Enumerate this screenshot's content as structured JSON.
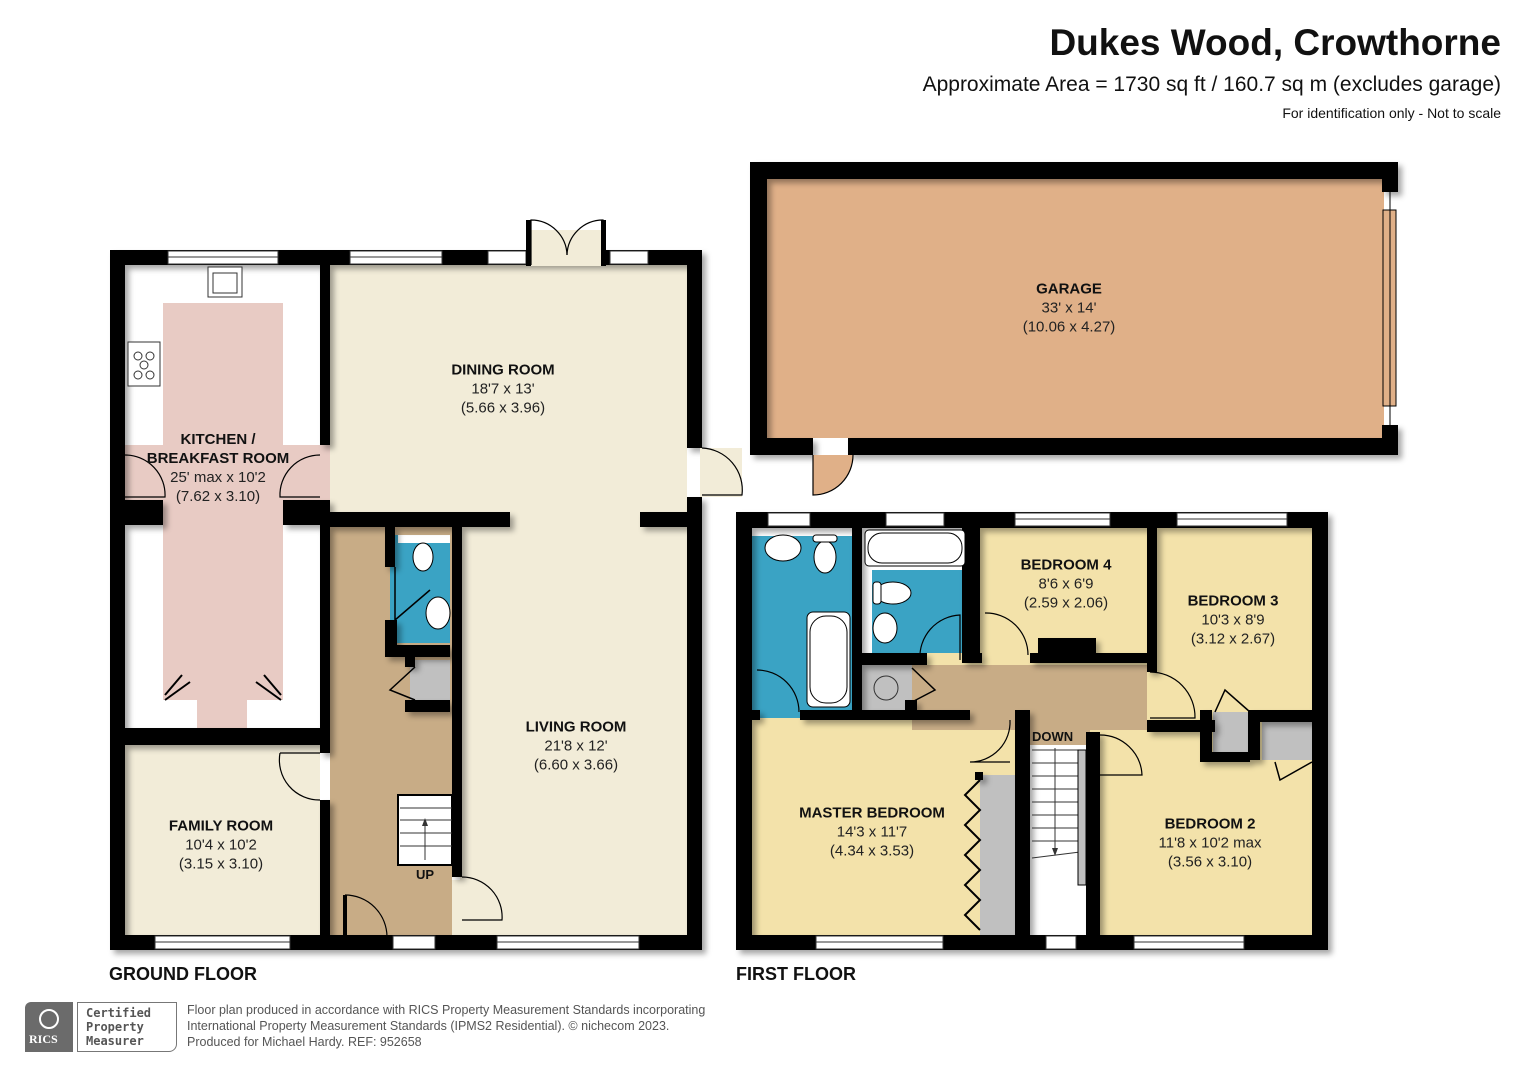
{
  "header": {
    "title": "Dukes Wood, Crowthorne",
    "area": "Approximate Area = 1730 sq ft / 160.7 sq m (excludes garage)",
    "note": "For identification only - Not to scale"
  },
  "colors": {
    "wall": "#000000",
    "kitchen": "#e8cbc4",
    "living": "#f2ecd8",
    "hall": "#c8ac86",
    "bathroom": "#3aa3c4",
    "bedroom": "#f3e2aa",
    "garage": "#e0b088",
    "storage": "#c0c0c0",
    "fixture": "#ffffff"
  },
  "ground_floor": {
    "label": "GROUND FLOOR",
    "stairs_label": "UP",
    "rooms": [
      {
        "name": "KITCHEN /",
        "name2": "BREAKFAST ROOM",
        "dims_imperial": "25' max x 10'2",
        "dims_metric": "(7.62 x 3.10)"
      },
      {
        "name": "DINING ROOM",
        "dims_imperial": "18'7 x 13'",
        "dims_metric": "(5.66 x 3.96)"
      },
      {
        "name": "LIVING ROOM",
        "dims_imperial": "21'8 x 12'",
        "dims_metric": "(6.60 x 3.66)"
      },
      {
        "name": "FAMILY ROOM",
        "dims_imperial": "10'4 x 10'2",
        "dims_metric": "(3.15 x 3.10)"
      }
    ]
  },
  "garage": {
    "name": "GARAGE",
    "dims_imperial": "33' x 14'",
    "dims_metric": "(10.06 x 4.27)"
  },
  "first_floor": {
    "label": "FIRST FLOOR",
    "stairs_label": "DOWN",
    "rooms": [
      {
        "name": "BEDROOM 4",
        "dims_imperial": "8'6 x 6'9",
        "dims_metric": "(2.59 x 2.06)"
      },
      {
        "name": "BEDROOM 3",
        "dims_imperial": "10'3 x 8'9",
        "dims_metric": "(3.12 x 2.67)"
      },
      {
        "name": "MASTER BEDROOM",
        "dims_imperial": "14'3 x 11'7",
        "dims_metric": "(4.34 x 3.53)"
      },
      {
        "name": "BEDROOM 2",
        "dims_imperial": "11'8 x 10'2 max",
        "dims_metric": "(3.56 x 3.10)"
      }
    ]
  },
  "footer": {
    "badge_org": "RICS",
    "badge_line1": "Certified",
    "badge_line2": "Property",
    "badge_line3": "Measurer",
    "line1": "Floor plan produced in accordance with RICS Property Measurement Standards incorporating",
    "line2": "International Property Measurement Standards (IPMS2 Residential).   © nichecom 2023.",
    "line3": "Produced for Michael Hardy.   REF: 952658"
  }
}
